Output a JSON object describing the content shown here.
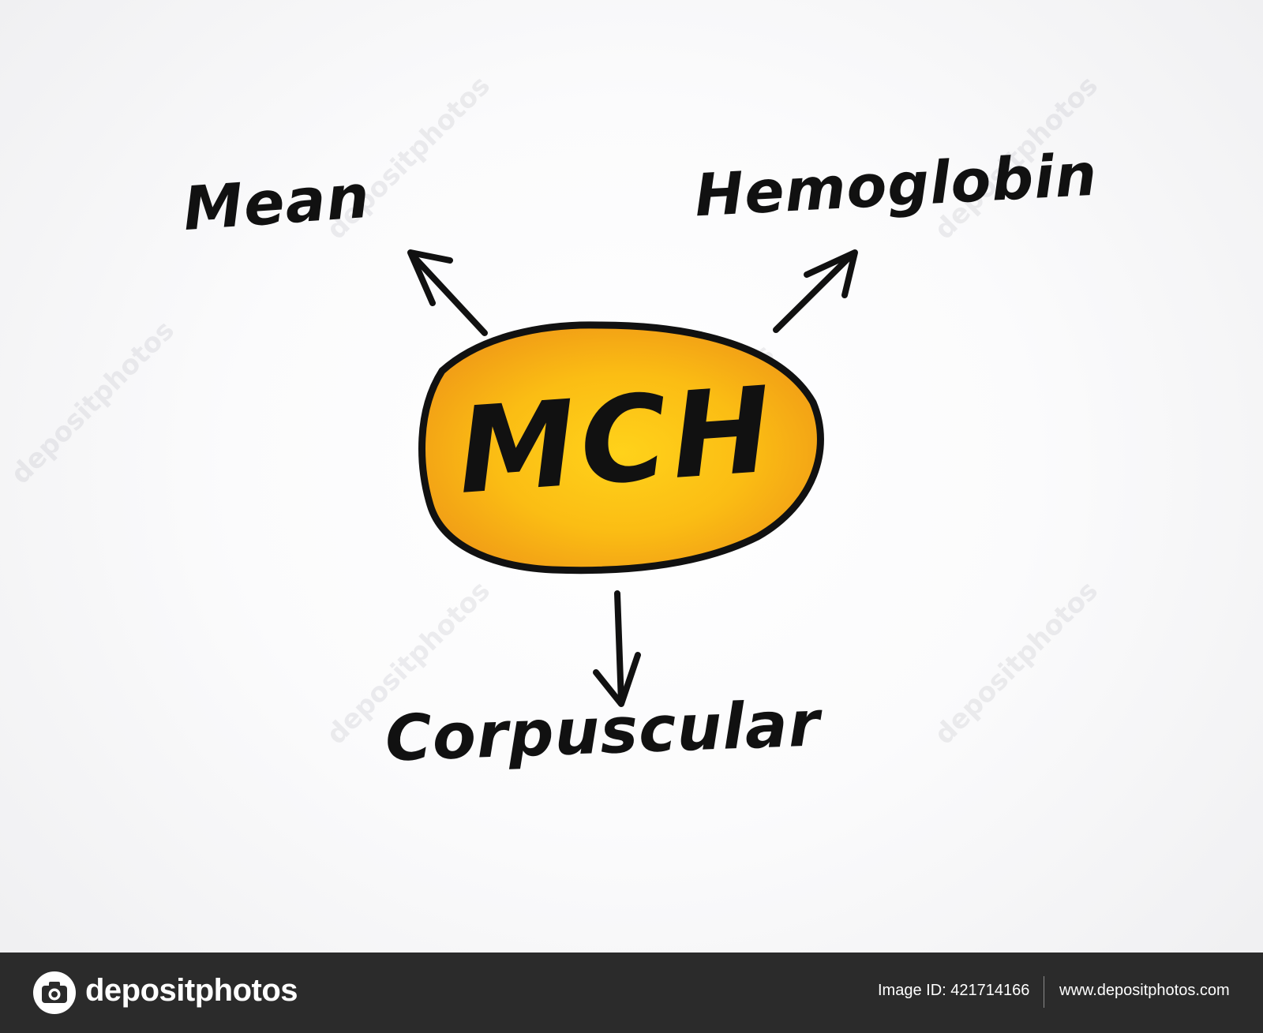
{
  "diagram": {
    "center": "MCH",
    "top_left": "Mean",
    "top_right": "Hemoglobin",
    "bottom": "Corpuscular"
  },
  "colors": {
    "ellipse_fill_inner": "#ffd21a",
    "ellipse_fill_outer": "#f09a16",
    "ink": "#111111",
    "footer_bg": "#2b2b2b"
  },
  "watermark": "depositphotos",
  "footer": {
    "brand": "depositphotos",
    "image_id": "Image ID: 421714166",
    "site": "www.depositphotos.com",
    "logo_icon": "camera-logo-icon"
  }
}
